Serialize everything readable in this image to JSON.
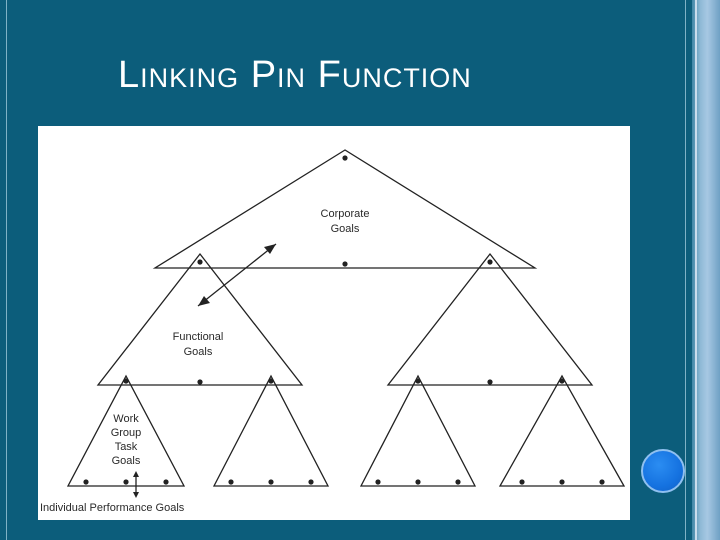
{
  "slide": {
    "title": "Linking Pin Function"
  },
  "diagram": {
    "labels": {
      "corporate": [
        "Corporate",
        "Goals"
      ],
      "functional": [
        "Functional",
        "Goals"
      ],
      "workgroup": [
        "Work",
        "Group",
        "Task",
        "Goals"
      ],
      "individual": "Individual Performance Goals"
    }
  },
  "colors": {
    "background": "#0c5d7b",
    "accent_circle": "#1572e0",
    "diagram_background": "#ffffff"
  }
}
